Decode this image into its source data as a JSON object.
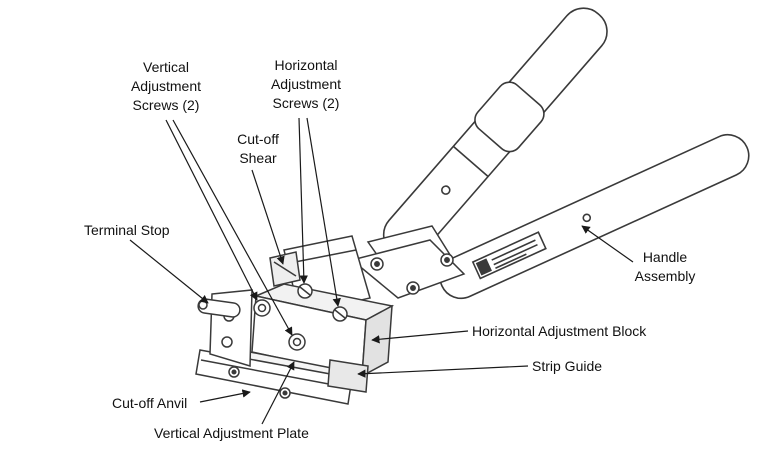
{
  "colors": {
    "background": "#ffffff",
    "line": "#3a3a3a",
    "text": "#111111"
  },
  "labels": [
    {
      "key": "vertical-adjustment-screws",
      "text": "Vertical\nAdjustment\nScrews (2)"
    },
    {
      "key": "horizontal-adjustment-screws",
      "text": "Horizontal\nAdjustment\nScrews (2)"
    },
    {
      "key": "cut-off-shear",
      "text": "Cut-off\nShear"
    },
    {
      "key": "terminal-stop",
      "text": "Terminal Stop"
    },
    {
      "key": "handle-assembly",
      "text": "Handle\nAssembly"
    },
    {
      "key": "horizontal-adjustment-block",
      "text": "Horizontal Adjustment Block"
    },
    {
      "key": "strip-guide",
      "text": "Strip Guide"
    },
    {
      "key": "cut-off-anvil",
      "text": "Cut-off Anvil"
    },
    {
      "key": "vertical-adjustment-plate",
      "text": "Vertical Adjustment Plate"
    }
  ]
}
